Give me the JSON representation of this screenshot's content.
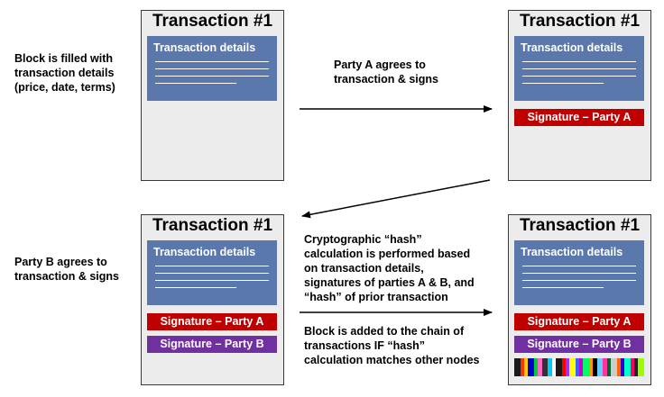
{
  "blocks": {
    "title": "Transaction #1",
    "details_label": "Transaction details",
    "signature_a": "Signature – Party A",
    "signature_b": "Signature – Party B"
  },
  "captions": {
    "step1": "Block is filled with\ntransaction details\n(price, date, terms)",
    "step2": "Party A agrees to\ntransaction & signs",
    "step3": "Party B agrees to\ntransaction & signs",
    "step4": "Cryptographic “hash”\ncalculation is performed based\non transaction details,\nsignatures of parties A & B, and\n“hash” of prior transaction",
    "step5": "Block is added to the chain of\ntransactions IF “hash”\ncalculation matches other nodes"
  },
  "colors": {
    "details_box": "#5b78ad",
    "signature_a": "#c00000",
    "signature_b": "#7030a0",
    "hash_bar": [
      "#1a1a1a",
      "#ff3300",
      "#ffcc00",
      "#0000cc",
      "#00cc33",
      "#ff66cc",
      "#333333",
      "#00ccff",
      "#ffffff",
      "#1a1a1a",
      "#ff0000",
      "#9933ff",
      "#ffff00",
      "#3366ff",
      "#cc00cc",
      "#00ff66",
      "#ff9900",
      "#000000",
      "#66ccff",
      "#ff3399",
      "#006633",
      "#cccccc",
      "#ff6600",
      "#3300cc",
      "#00ffcc",
      "#ff0066",
      "#222222",
      "#99ff00"
    ]
  }
}
